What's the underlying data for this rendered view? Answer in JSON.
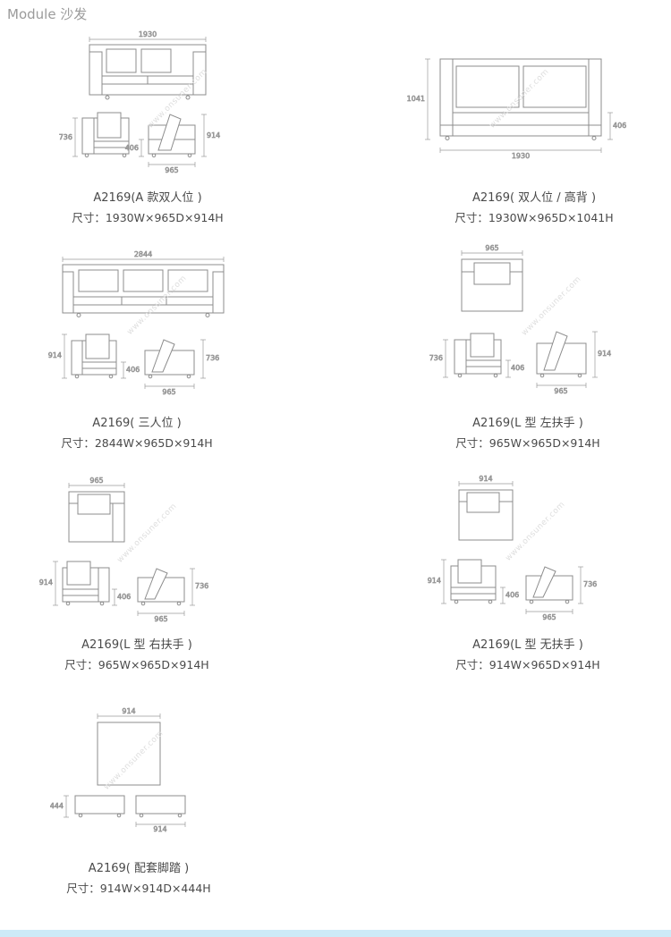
{
  "page": {
    "title": "Module 沙发",
    "watermark": "www.onsuner.com",
    "footer_color": "#cdeaf7"
  },
  "products": [
    {
      "name": "A2169(A 款双人位 )",
      "size": "尺寸：1930W×965D×914H",
      "dims": {
        "width": "1930",
        "arm_h": "736",
        "seat_h": "406",
        "back_h": "914",
        "depth": "965"
      }
    },
    {
      "name": "A2169( 双人位 / 高背 )",
      "size": "尺寸：1930W×965D×1041H",
      "dims": {
        "height": "1041",
        "seat_h": "406",
        "width": "1930"
      }
    },
    {
      "name": "A2169( 三人位 )",
      "size": "尺寸：2844W×965D×914H",
      "dims": {
        "width": "2844",
        "back_h": "914",
        "seat_h": "406",
        "arm_h": "736",
        "depth": "965"
      }
    },
    {
      "name": "A2169(L 型 左扶手 )",
      "size": "尺寸：965W×965D×914H",
      "dims": {
        "width": "965",
        "arm_h": "736",
        "seat_h": "406",
        "back_h": "914",
        "depth": "965"
      }
    },
    {
      "name": "A2169(L 型 右扶手 )",
      "size": "尺寸：965W×965D×914H",
      "dims": {
        "width": "965",
        "back_h": "914",
        "seat_h": "406",
        "arm_h": "736",
        "depth": "965"
      }
    },
    {
      "name": "A2169(L 型 无扶手 )",
      "size": "尺寸：914W×965D×914H",
      "dims": {
        "width": "914",
        "back_h": "914",
        "seat_h": "406",
        "arm_h": "736",
        "depth": "965"
      }
    },
    {
      "name": "A2169( 配套脚踏 )",
      "size": "尺寸：914W×914D×444H",
      "dims": {
        "width": "914",
        "height": "444",
        "depth": "914"
      }
    }
  ]
}
